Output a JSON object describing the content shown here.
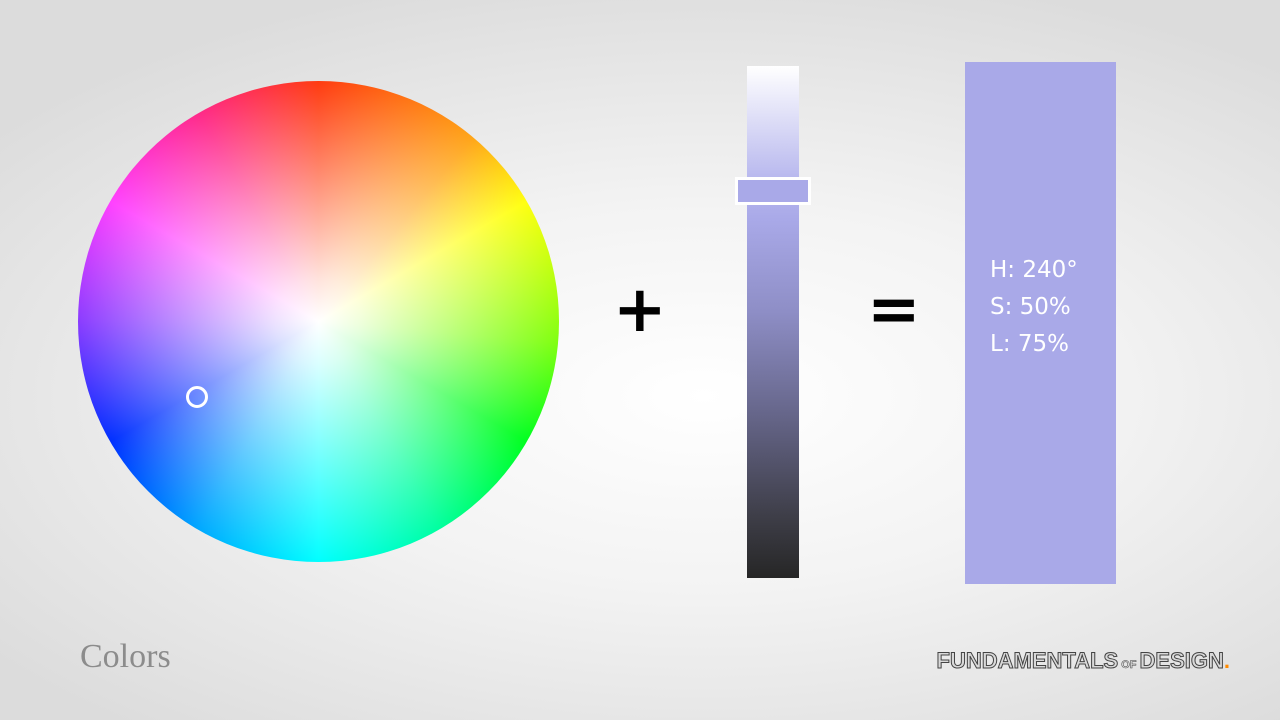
{
  "operators": {
    "plus": "+",
    "equals": "="
  },
  "color_wheel": {
    "selected_hue_deg": 240
  },
  "lightness_slider": {
    "value_percent": 75
  },
  "result": {
    "swatch_color": "#a9a9e8",
    "hue": "H: 240°",
    "saturation": "S: 50%",
    "lightness": "L: 75%"
  },
  "footer": {
    "title": "Colors",
    "logo_part1": "FUNDAMENTALS",
    "logo_part2": "OF",
    "logo_part3": "DESIGN",
    "logo_dot": "."
  }
}
